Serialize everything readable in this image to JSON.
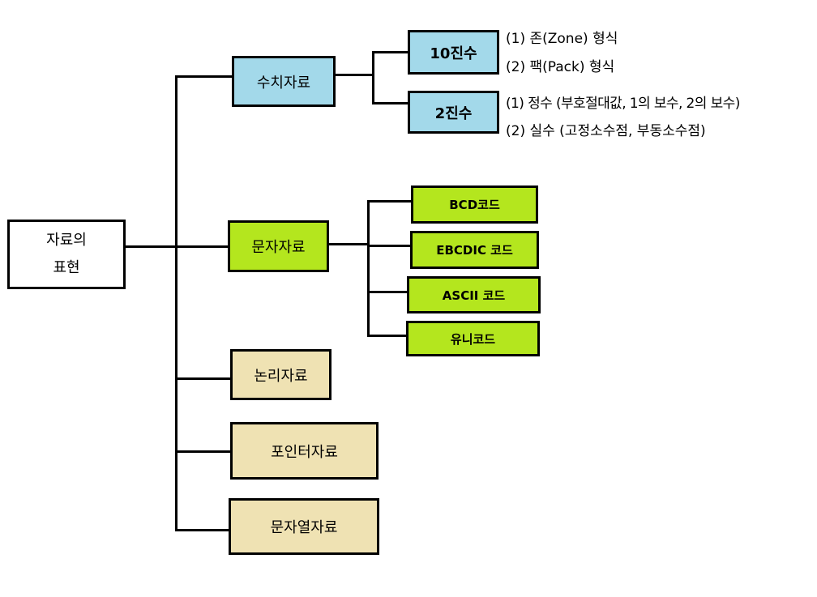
{
  "colors": {
    "numeric_fill": "#a3d9ea",
    "character_fill": "#b4e61e",
    "other_fill": "#efe2b3",
    "line": "#000000"
  },
  "root": {
    "line1": "자료의",
    "line2": "표현"
  },
  "numeric": {
    "label": "수치자료",
    "decimal": {
      "label": "10진수",
      "notes": [
        "(1) 존(Zone) 형식",
        "(2) 팩(Pack) 형식"
      ]
    },
    "binary": {
      "label": "2진수",
      "notes": [
        "(1) 정수 (부호절대값, 1의 보수, 2의 보수)",
        "(2) 실수 (고정소수점, 부동소수점)"
      ]
    }
  },
  "character": {
    "label": "문자자료",
    "codes": [
      "BCD코드",
      "EBCDIC 코드",
      "ASCII 코드",
      "유니코드"
    ]
  },
  "logical": {
    "label": "논리자료"
  },
  "pointer": {
    "label": "포인터자료"
  },
  "string": {
    "label": "문자열자료"
  }
}
